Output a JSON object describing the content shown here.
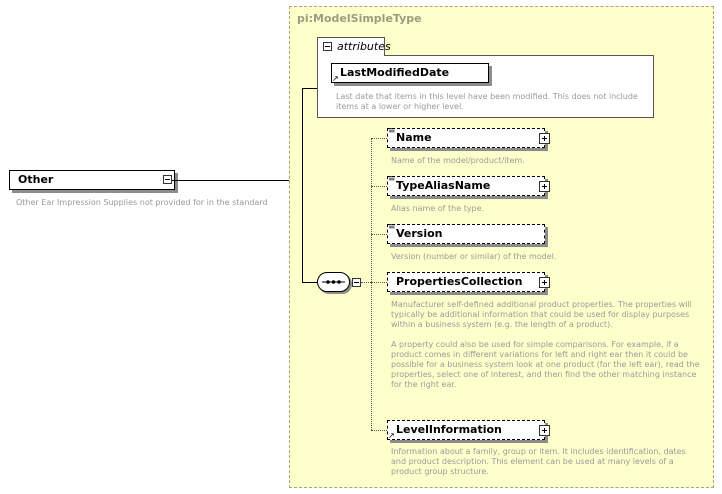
{
  "root_element": {
    "name": "Other",
    "description": "Other Ear Impression Supplies not provided for in the standard"
  },
  "complex_type": {
    "title": "pi:ModelSimpleType",
    "attributes_label": "attributes",
    "attribute": {
      "name": "LastModifiedDate",
      "description": "Last date that items in this level have been modified. This does not include items at a lower or higher level."
    },
    "children": [
      {
        "name": "Name",
        "description": "Name of the model/product/item."
      },
      {
        "name": "TypeAliasName",
        "description": "Alias name of the type."
      },
      {
        "name": "Version",
        "description": "Version (number or similar) of the model."
      },
      {
        "name": "PropertiesCollection",
        "description": "Manufacturer self-defined additional product properties.  The properties will typically be additional information that could be used for display purposes within a business system (e.g. the length of a product).\n\nA property could also be used for simple comparisons.  For example, if a product comes in different variations for left and right ear then it could be possible for a business system look at one product (for the left ear), read the properties, select one of interest, and then find the other matching instance for the right ear."
      },
      {
        "name": "LevelInformation",
        "description": "Information about a family, group or item. It includes identification, dates and product description. This element can be used at many levels of a product group structure."
      }
    ]
  },
  "icons": {
    "collapse": "minus-box-icon",
    "expand": "plus-box-icon",
    "sequence": "sequence-compositor-icon",
    "element": "element-lines-icon",
    "reference": "reference-arrow-icon"
  },
  "colors": {
    "type_background": "#ffffcc",
    "type_border": "#a6a67a",
    "description_text": "#9a9a9a",
    "title_text": "#9c9c80"
  }
}
